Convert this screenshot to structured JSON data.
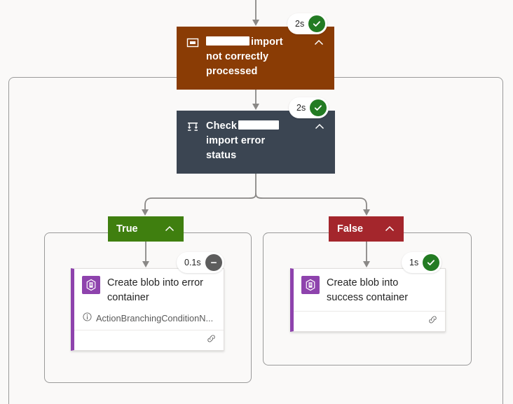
{
  "canvas": {
    "background_color": "#faf9f8",
    "connector_color": "#8a8886"
  },
  "nodes": [
    {
      "id": "scope-action",
      "kind": "scope",
      "title_prefix": "",
      "title": "import not correctly processed",
      "title_line1_suffix": "import",
      "title_line2": "not correctly",
      "title_line3": "processed",
      "redacted_prefix": true,
      "background_color": "#8a3c05",
      "icon": "scope-icon",
      "collapse_icon": "chevron-up-icon",
      "status": {
        "duration": "2s",
        "state": "succeeded",
        "icon": "check-icon",
        "color": "#237b23"
      }
    },
    {
      "id": "condition-action",
      "kind": "condition",
      "title_line1_prefix": "Check",
      "redacted_middle": true,
      "title_line2": "import error",
      "title_line3": "status",
      "background_color": "#3b4552",
      "icon": "condition-branch-icon",
      "collapse_icon": "chevron-up-icon",
      "status": {
        "duration": "2s",
        "state": "succeeded",
        "icon": "check-icon",
        "color": "#237b23"
      }
    }
  ],
  "branches": [
    {
      "id": "true-branch",
      "label": "True",
      "color": "#3f7f0f",
      "collapse_icon": "chevron-up-icon",
      "action": {
        "title": "Create blob into error container",
        "icon": "azure-blob-icon",
        "accent_color": "#8e43ad",
        "note": "ActionBranchingConditionN...",
        "note_icon": "info-icon",
        "footer_icon": "link-icon",
        "status": {
          "duration": "0.1s",
          "state": "skipped",
          "icon": "minus-icon",
          "color": "#5d5d5d"
        }
      }
    },
    {
      "id": "false-branch",
      "label": "False",
      "color": "#a4262c",
      "collapse_icon": "chevron-up-icon",
      "action": {
        "title": "Create blob into success container",
        "icon": "azure-blob-icon",
        "accent_color": "#8e43ad",
        "note": "",
        "note_icon": "",
        "footer_icon": "link-icon",
        "status": {
          "duration": "1s",
          "state": "succeeded",
          "icon": "check-icon",
          "color": "#237b23"
        }
      }
    }
  ]
}
